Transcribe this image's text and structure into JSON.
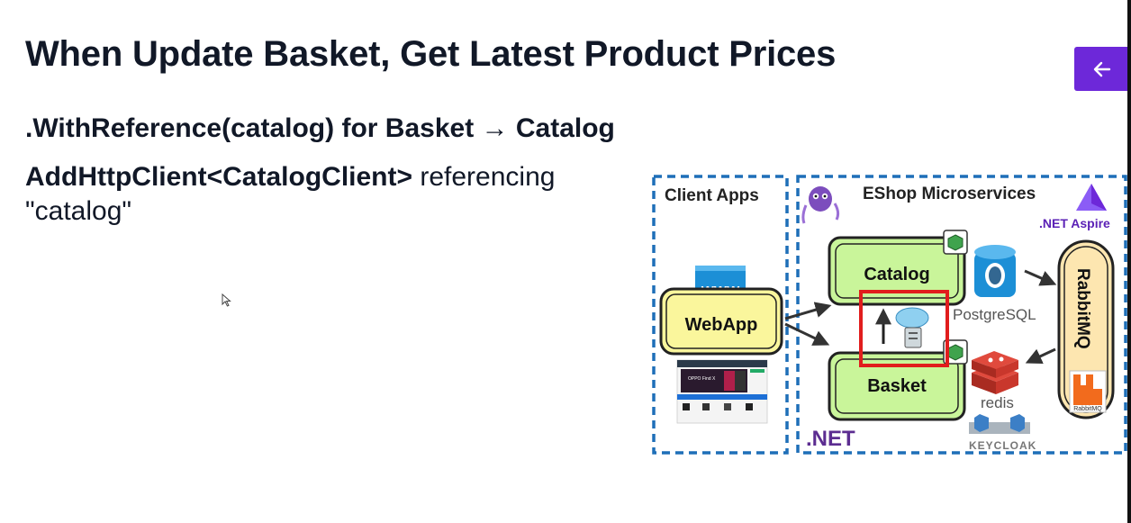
{
  "slide": {
    "title": "When Update Basket, Get Latest Product Prices",
    "line1": ".WithReference(catalog) for Basket → Catalog",
    "line2_bold": "AddHttpClient<CatalogClient>",
    "line2_rest": " referencing \"catalog\""
  },
  "nav": {
    "back_icon": "arrow-left-icon"
  },
  "diagram": {
    "client_apps_label": "Client Apps",
    "eshop_label": "EShop Microservices",
    "aspire_label": ".NET Aspire",
    "www_label": "WWW",
    "webapp_label": "WebApp",
    "catalog_label": "Catalog",
    "basket_label": "Basket",
    "postgres_label": "PostgreSQL",
    "redis_label": "redis",
    "rabbitmq_label": "RabbitMQ",
    "rabbitmq_logo_text": "RabbitMQ",
    "keycloak_label": "KEYCLOAK",
    "dotnet_label": ".NET",
    "mini_site_banner": "OPPO Find X"
  },
  "colors": {
    "accent": "#6d28d9",
    "dash_border": "#1e6fb8",
    "service_fill": "#c9f59a",
    "webapp_fill": "#faf69c",
    "rabbit_fill": "#fde6b0",
    "highlight": "#e11d1d",
    "dotnet": "#5c2d91",
    "redis": "#d82c20"
  }
}
